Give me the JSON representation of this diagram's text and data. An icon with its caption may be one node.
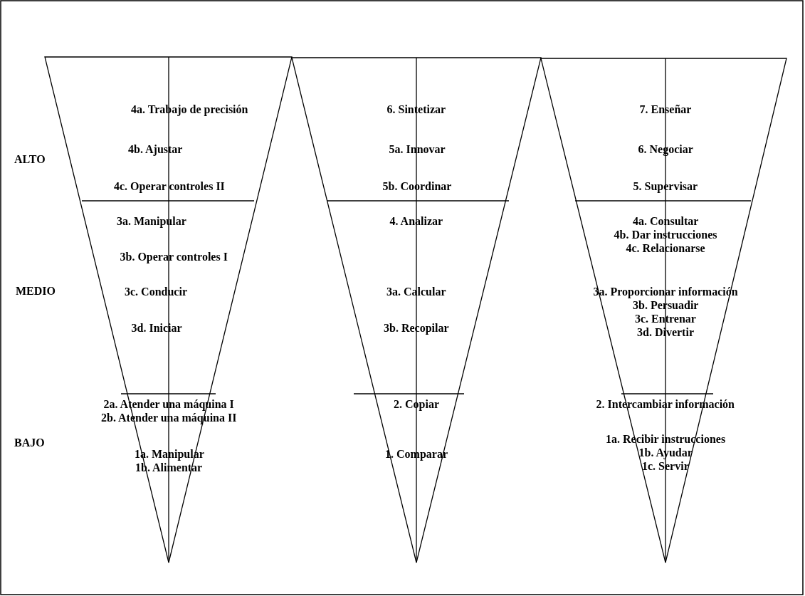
{
  "diagram": {
    "labels": [
      "ALTO",
      "MEDIO",
      "BAJO",
      "4a. Trabajo de precisión",
      "4b. Ajustar",
      "4c. Operar controles II",
      "3a. Manipular",
      "3b. Operar controles I",
      "3c. Conducir",
      "3d. Iniciar",
      "2a. Atender una máquina I",
      "2b. Atender una máquina II",
      "1a. Manipular",
      "1b. Alimentar",
      "6. Sintetizar",
      "5a. Innovar",
      "5b. Coordinar",
      "4. Analizar",
      "3a. Calcular",
      "3b. Recopilar",
      "2. Copiar",
      "1. Comparar",
      "7. Enseñar",
      "6. Negociar",
      "5. Supervisar",
      "4a. Consultar",
      "4b. Dar instrucciones",
      "4c. Relacionarse",
      "3a. Proporcionar información",
      "3b. Persuadir",
      "3c. Entrenar",
      "3d. Divertir",
      "2. Intercambiar información",
      "1a. Recibir instrucciones",
      "1b. Ayudar",
      "1c. Servir"
    ]
  }
}
